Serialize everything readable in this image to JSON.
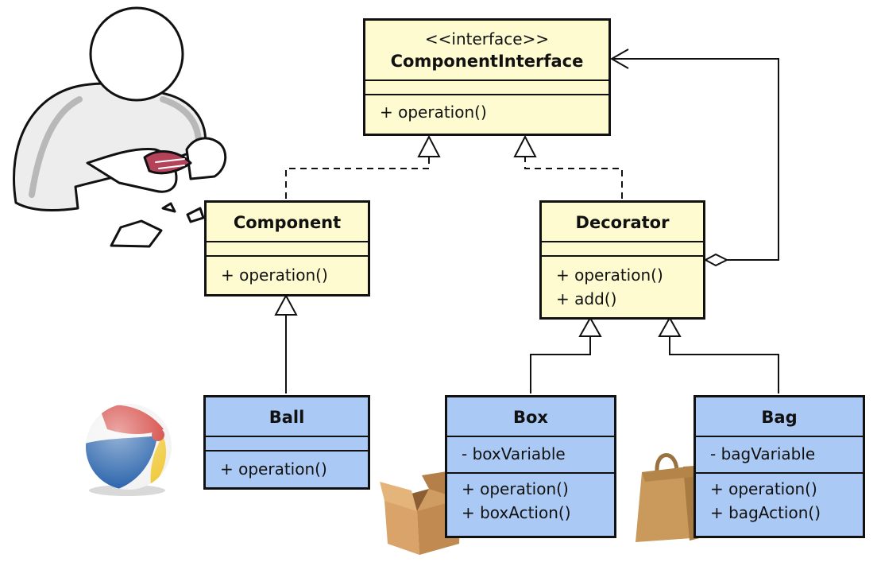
{
  "colors": {
    "interface_fill": "#fdfbcf",
    "concrete_fill": "#aac9f4",
    "line": "#111111"
  },
  "classes": {
    "component_interface": {
      "stereotype": "<<interface>>",
      "name": "ComponentInterface",
      "attributes": [],
      "methods": [
        "+ operation()"
      ]
    },
    "component": {
      "name": "Component",
      "attributes": [],
      "methods": [
        "+ operation()"
      ]
    },
    "decorator": {
      "name": "Decorator",
      "attributes": [],
      "methods": [
        "+ operation()",
        "+ add()"
      ]
    },
    "ball": {
      "name": "Ball",
      "attributes": [],
      "methods": [
        "+ operation()"
      ]
    },
    "box": {
      "name": "Box",
      "attributes": [
        "- boxVariable"
      ],
      "methods": [
        "+ operation()",
        "+ boxAction()"
      ]
    },
    "bag": {
      "name": "Bag",
      "attributes": [
        "- bagVariable"
      ],
      "methods": [
        "+ operation()",
        "+ bagAction()"
      ]
    }
  },
  "relations": [
    {
      "type": "realization",
      "from": "Component",
      "to": "ComponentInterface"
    },
    {
      "type": "realization",
      "from": "Decorator",
      "to": "ComponentInterface"
    },
    {
      "type": "aggregation",
      "from": "Decorator",
      "to": "ComponentInterface"
    },
    {
      "type": "inheritance",
      "from": "Ball",
      "to": "Component"
    },
    {
      "type": "inheritance",
      "from": "Box",
      "to": "Decorator"
    },
    {
      "type": "inheritance",
      "from": "Bag",
      "to": "Decorator"
    }
  ],
  "illustrations": [
    "person-unwrapping-icon",
    "beach-ball-icon",
    "cardboard-box-icon",
    "paper-bag-icon"
  ]
}
